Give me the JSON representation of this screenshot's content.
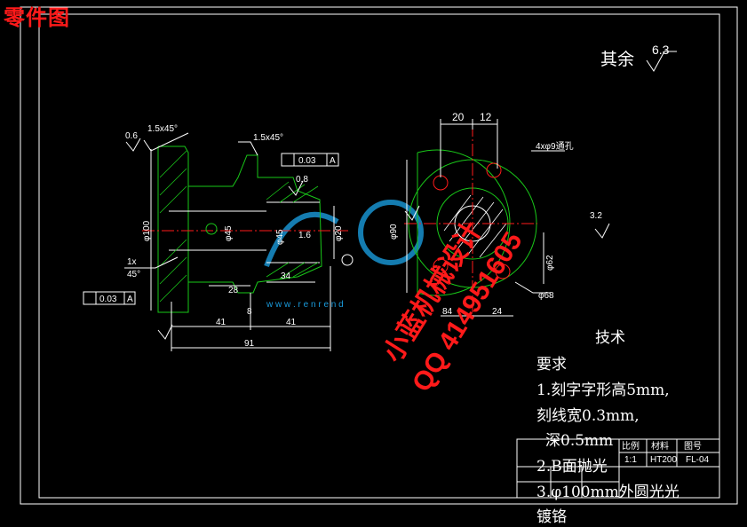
{
  "title": "零件图",
  "roughness": {
    "label": "其余",
    "value": "6.3"
  },
  "dims": {
    "chamfer1": "1.5x45°",
    "chamfer2": "1.5x45°",
    "r06": "0.6",
    "tol1": "0.03",
    "datumA1": "A",
    "tol2": "0.03",
    "datumA2": "A",
    "d100": "φ100",
    "d45a": "φ45",
    "d45b": "φ45",
    "d20": "φ20",
    "c1x": "1x",
    "c45": "45°",
    "l28": "28",
    "l34": "34",
    "l41a": "41",
    "l41b": "41",
    "l91": "91",
    "l8": "8",
    "r16": "1.6",
    "r08": "0.8",
    "w20": "20",
    "w12": "12",
    "holes": "4xφ9通孔",
    "d90": "φ90",
    "d62": "φ62",
    "d68": "φ68",
    "w84": "84",
    "w24": "24",
    "r32": "3.2"
  },
  "requirements": {
    "head1": "技术",
    "head2": "要求",
    "line1": "1.刻字字形高5mm,",
    "line2": "刻线宽0.3mm,",
    "line3": "深0.5mm",
    "line4": "2.B面抛光",
    "line5": "3.φ100mm外圆光光",
    "line6": "镀铬"
  },
  "titleblock": {
    "scale_label": "比例",
    "scale": "1:1",
    "material_label": "材料",
    "material": "HT200",
    "drawing_label": "图号",
    "drawing_no": "FL-04"
  },
  "watermark": {
    "line1": "小蓝机械设计",
    "line2": "QQ 414951605",
    "site": "w w w . r e n r e n d"
  },
  "colors": {
    "background": "#000000",
    "line": "#ffffff",
    "green": "#19c819",
    "red": "#ff1a1a",
    "blue": "#1a9bdc"
  }
}
